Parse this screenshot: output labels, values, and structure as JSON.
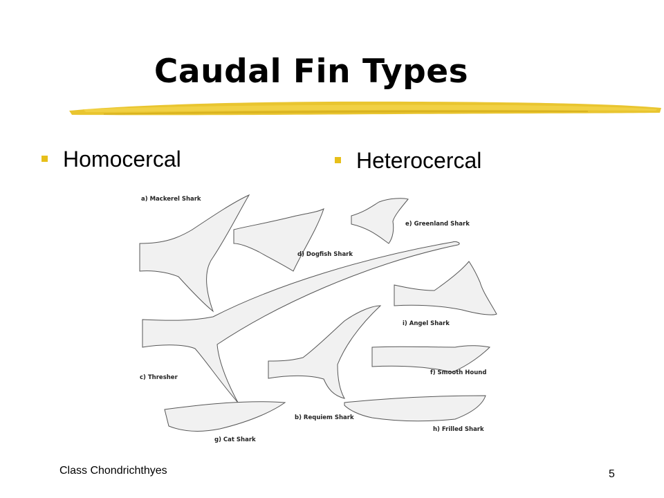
{
  "slide": {
    "title": "Caudal Fin Types",
    "bullets": [
      "Homocercal",
      "Heterocercal"
    ],
    "footer_text": "Class Chondrichthyes",
    "page_number": "5",
    "accent_color": "#e7bf1a"
  },
  "figure": {
    "labels": {
      "a": "a) Mackerel Shark",
      "b": "b) Requiem Shark",
      "c": "c) Thresher",
      "d": "d) Dogfish Shark",
      "e": "e) Greenland Shark",
      "f": "f) Smooth Hound",
      "g": "g) Cat Shark",
      "h": "h) Frilled Shark",
      "i": "i) Angel Shark"
    }
  }
}
